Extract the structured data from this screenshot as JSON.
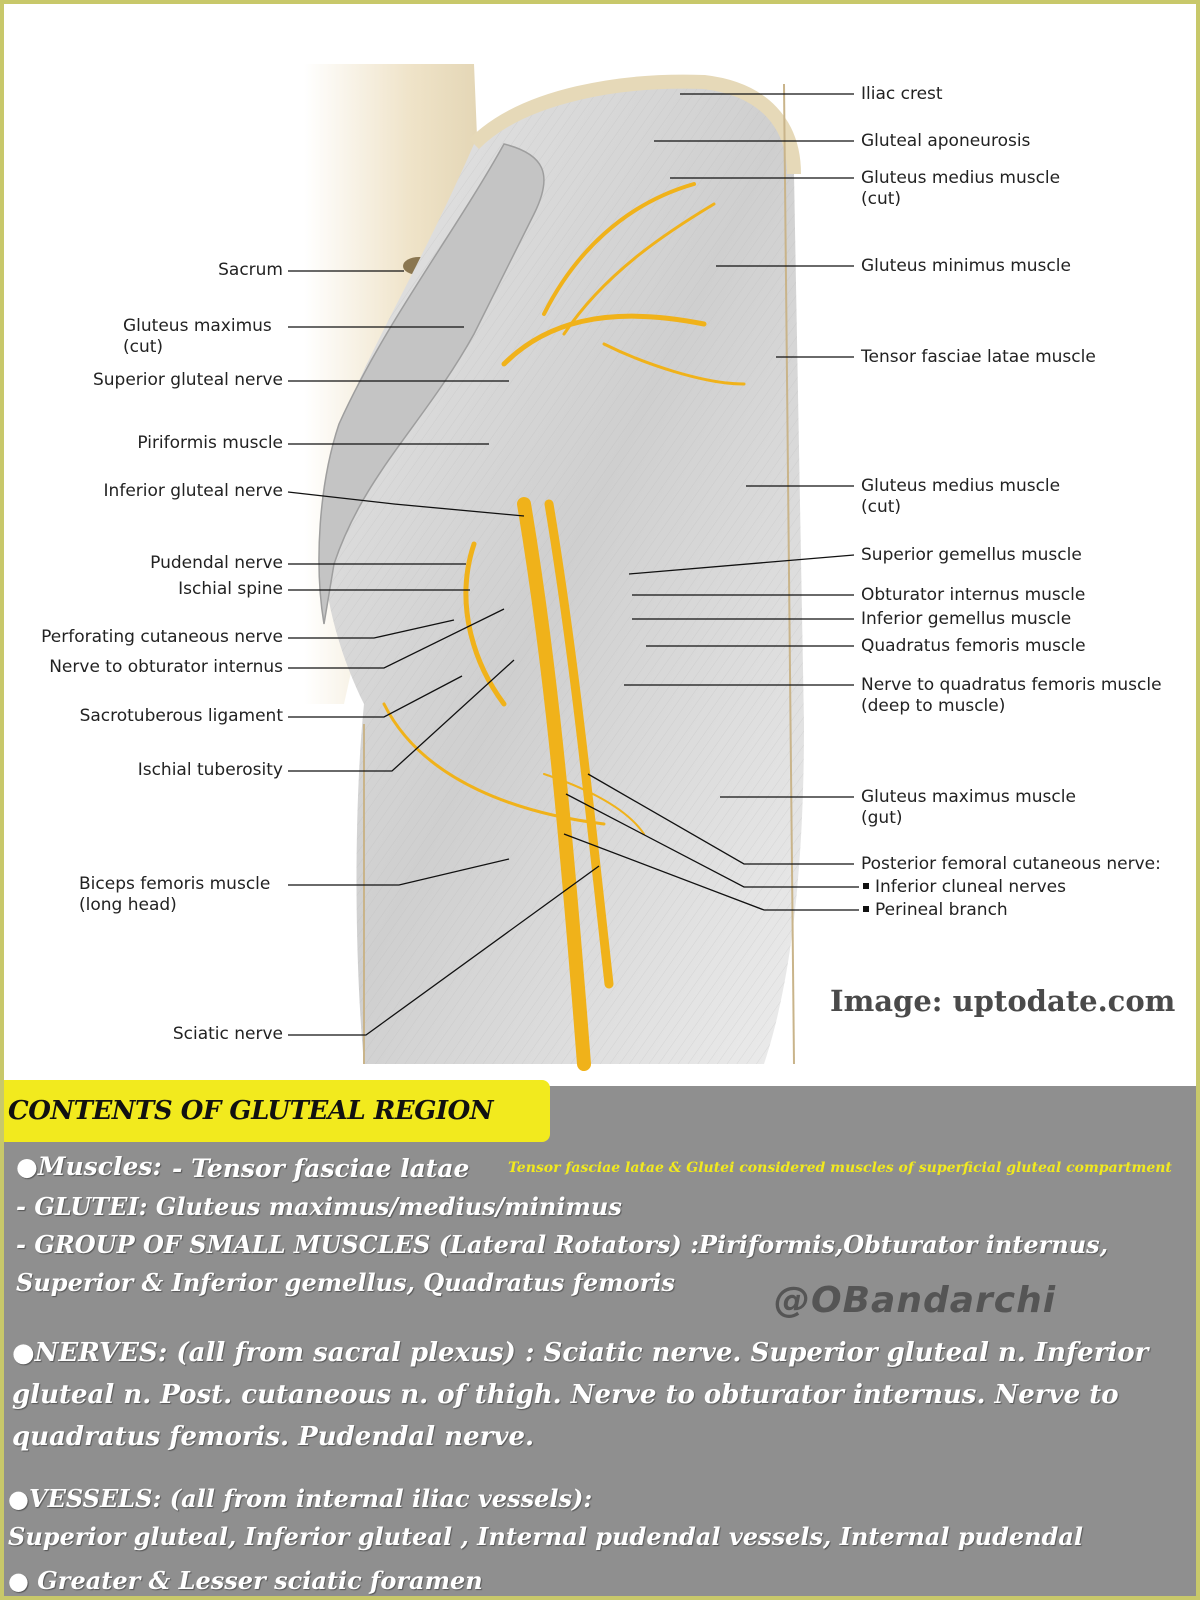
{
  "figure": {
    "labels_left": [
      {
        "id": "sacrum",
        "text": "Sacrum",
        "text2": ""
      },
      {
        "id": "gluteus-maximus-cut",
        "text": "Gluteus maximus",
        "text2": "(cut)"
      },
      {
        "id": "superior-gluteal-nerve",
        "text": "Superior gluteal nerve",
        "text2": ""
      },
      {
        "id": "piriformis-muscle",
        "text": "Piriformis muscle",
        "text2": ""
      },
      {
        "id": "inferior-gluteal-nerve",
        "text": "Inferior gluteal nerve",
        "text2": ""
      },
      {
        "id": "pudendal-nerve",
        "text": "Pudendal nerve",
        "text2": ""
      },
      {
        "id": "ischial-spine",
        "text": "Ischial spine",
        "text2": ""
      },
      {
        "id": "perforating-cutaneous-nerve",
        "text": "Perforating cutaneous nerve",
        "text2": ""
      },
      {
        "id": "nerve-to-obturator-internus",
        "text": "Nerve to obturator internus",
        "text2": ""
      },
      {
        "id": "sacrotuberous-ligament",
        "text": "Sacrotuberous ligament",
        "text2": ""
      },
      {
        "id": "ischial-tuberosity",
        "text": "Ischial tuberosity",
        "text2": ""
      },
      {
        "id": "biceps-femoris",
        "text": "Biceps femoris muscle",
        "text2": "(long head)"
      },
      {
        "id": "sciatic-nerve",
        "text": "Sciatic nerve",
        "text2": ""
      }
    ],
    "labels_right": [
      {
        "id": "iliac-crest",
        "text": "Iliac crest",
        "text2": ""
      },
      {
        "id": "gluteal-aponeurosis",
        "text": "Gluteal aponeurosis",
        "text2": ""
      },
      {
        "id": "gluteus-medius-cut-top",
        "text": "Gluteus medius muscle",
        "text2": "(cut)"
      },
      {
        "id": "gluteus-minimus",
        "text": "Gluteus minimus muscle",
        "text2": ""
      },
      {
        "id": "tensor-fasciae-latae",
        "text": "Tensor fasciae latae muscle",
        "text2": ""
      },
      {
        "id": "gluteus-medius-cut-lower",
        "text": "Gluteus medius muscle",
        "text2": "(cut)"
      },
      {
        "id": "superior-gemellus",
        "text": "Superior gemellus muscle",
        "text2": ""
      },
      {
        "id": "obturator-internus",
        "text": "Obturator internus muscle",
        "text2": ""
      },
      {
        "id": "inferior-gemellus",
        "text": "Inferior gemellus muscle",
        "text2": ""
      },
      {
        "id": "quadratus-femoris",
        "text": "Quadratus femoris muscle",
        "text2": ""
      },
      {
        "id": "nerve-to-quadratus-femoris",
        "text": "Nerve to quadratus femoris muscle",
        "text2": "(deep to muscle)"
      },
      {
        "id": "gluteus-maximus-gut",
        "text": "Gluteus maximus muscle",
        "text2": "(gut)"
      },
      {
        "id": "posterior-femoral-cutaneous",
        "text": "Posterior femoral cutaneous nerve:",
        "text2": ""
      },
      {
        "id": "inferior-cluneal",
        "text": "Inferior cluneal nerves",
        "text2": "",
        "bullet": true
      },
      {
        "id": "perineal-branch",
        "text": "Perineal branch",
        "text2": "",
        "bullet": true
      }
    ],
    "credit": "Image: uptodate.com"
  },
  "panel": {
    "heading": "CONTENTS OF GLUTEAL REGION",
    "muscles_label": "●Muscles:",
    "muscles_tfl": "- Tensor fasciae latae",
    "note": "Tensor fasciae latae & Glutei considered muscles of superficial gluteal compartment",
    "glutei": "- GLUTEI: Gluteus maximus/medius/minimus",
    "small_muscles_1": "- GROUP OF SMALL MUSCLES (Lateral Rotators) :Piriformis,Obturator internus,",
    "small_muscles_2": "Superior & Inferior gemellus, Quadratus femoris",
    "watermark": "@OBandarchi",
    "nerves_1": "●NERVES: (all from sacral plexus) : Sciatic nerve. Superior gluteal n. Inferior",
    "nerves_2": "gluteal n. Post. cutaneous n. of thigh. Nerve to obturator internus. Nerve to",
    "nerves_3": "quadratus femoris. Pudendal nerve.",
    "vessels_1": "●VESSELS: (all from internal iliac vessels):",
    "vessels_2": "Superior gluteal, Inferior gluteal , Internal pudendal vessels, Internal pudendal",
    "foramen": "● Greater & Lesser sciatic foramen"
  },
  "colors": {
    "frame": "#c8c86a",
    "panel": "#8f8f8f",
    "heading_bg": "#f2ea1e",
    "nerve": "#f0b21a",
    "muscle": "#d9d9d9",
    "bone": "#efe4cc"
  }
}
